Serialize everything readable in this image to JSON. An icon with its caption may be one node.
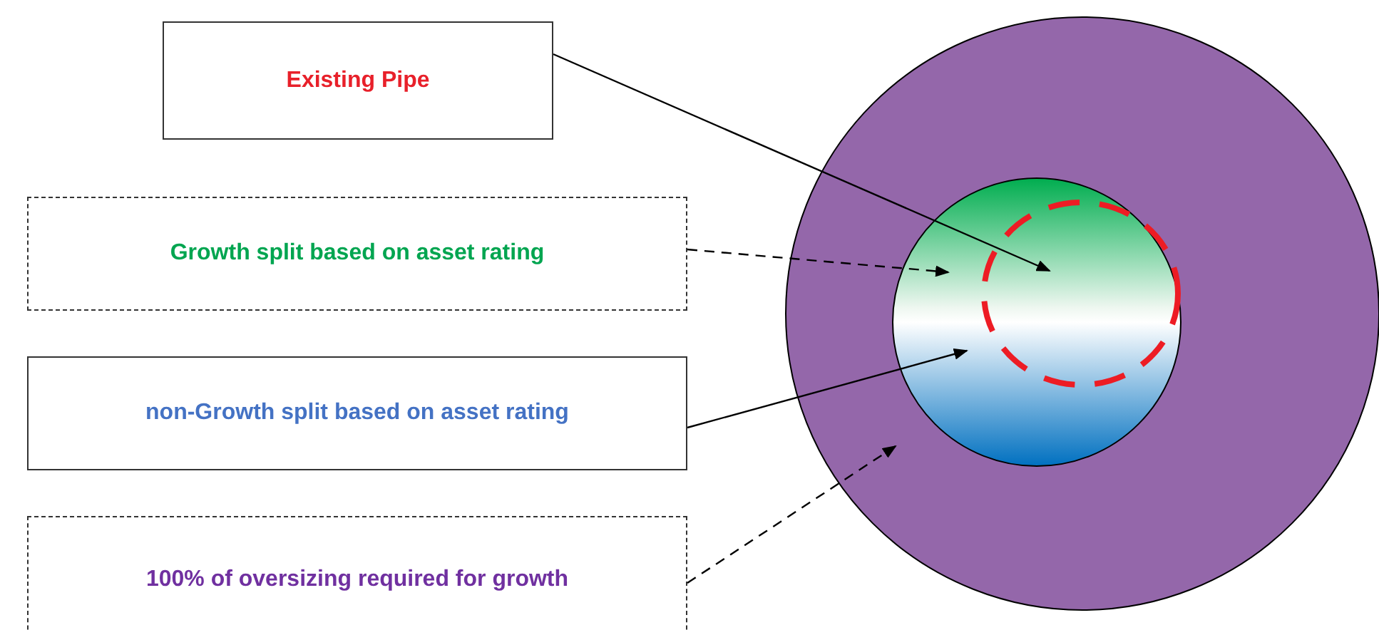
{
  "diagram": {
    "nodes": [
      {
        "text": [
          "Existing Pipe"
        ]
      },
      {
        "text": [
          "Growth split based on asset rating"
        ]
      },
      {
        "text": [
          "non-Growth split based on asset rating"
        ]
      },
      {
        "text": [
          "100% of oversizing required for growth"
        ]
      }
    ],
    "edges": [
      {
        "from": 0,
        "to": null,
        "arrow": "to"
      },
      {
        "from": 1,
        "to": null,
        "arrow": "to",
        "style": "dashed"
      },
      {
        "from": 2,
        "to": null,
        "arrow": "to"
      },
      {
        "from": 3,
        "to": null,
        "arrow": "to",
        "style": "dashed"
      }
    ]
  }
}
